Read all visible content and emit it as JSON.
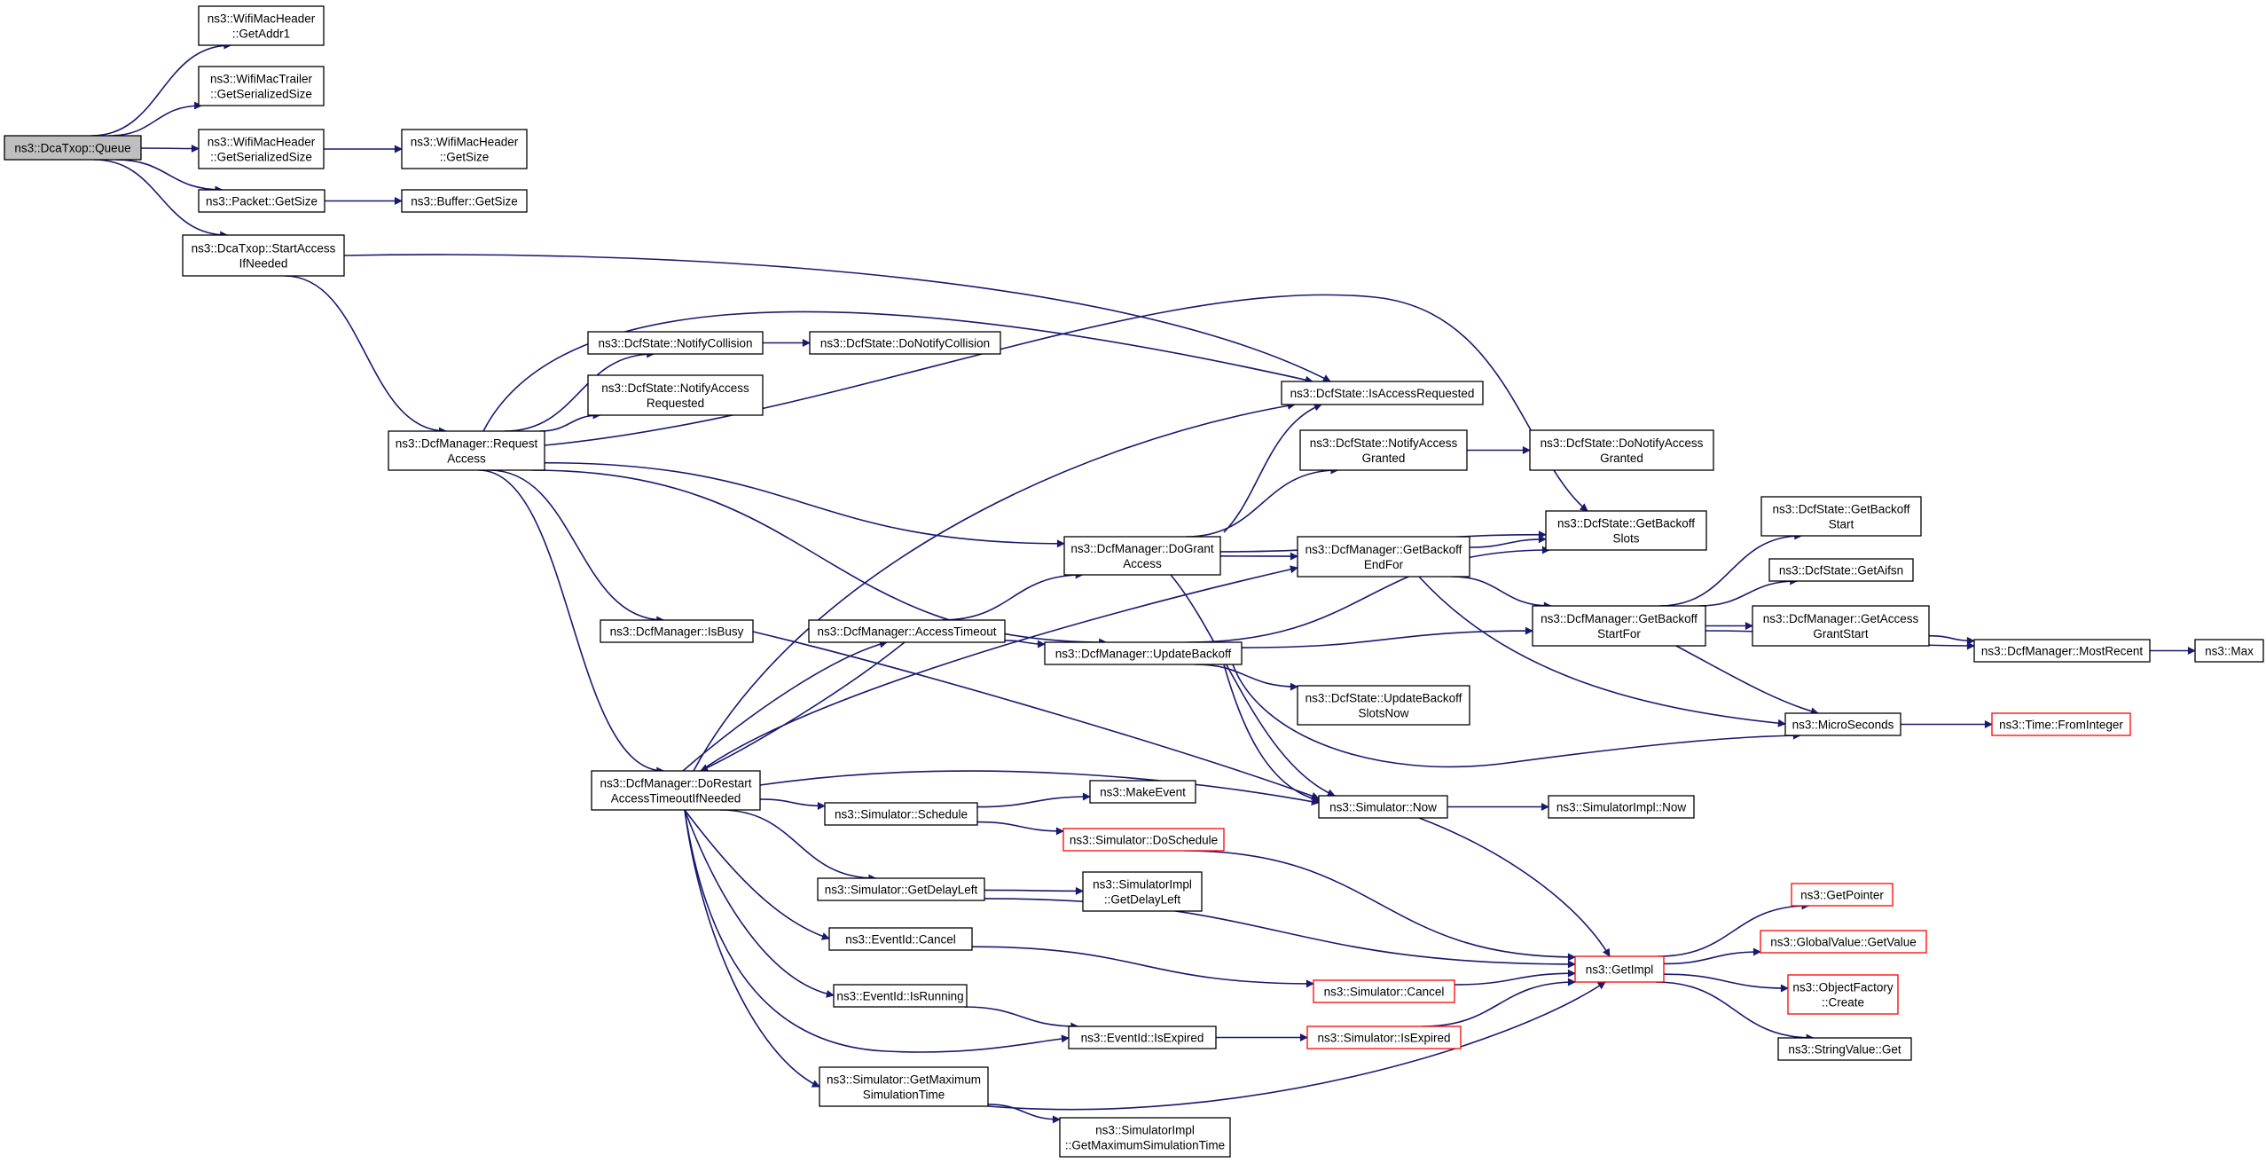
{
  "colors": {
    "background": "#ffffff",
    "edge": "#191970",
    "node_border": "#000000",
    "node_border_truncated": "#ff0000",
    "node_fill": "#ffffff",
    "root_fill": "#bfbfbf"
  },
  "nodes": [
    {
      "id": "queue",
      "lines": [
        "ns3::DcaTxop::Queue"
      ],
      "style": "root"
    },
    {
      "id": "addr1",
      "lines": [
        "ns3::WifiMacHeader",
        "::GetAddr1"
      ]
    },
    {
      "id": "trailer",
      "lines": [
        "ns3::WifiMacTrailer",
        "::GetSerializedSize"
      ]
    },
    {
      "id": "hdrser",
      "lines": [
        "ns3::WifiMacHeader",
        "::GetSerializedSize"
      ]
    },
    {
      "id": "hdrsize",
      "lines": [
        "ns3::WifiMacHeader",
        "::GetSize"
      ]
    },
    {
      "id": "pktsize",
      "lines": [
        "ns3::Packet::GetSize"
      ]
    },
    {
      "id": "bufsize",
      "lines": [
        "ns3::Buffer::GetSize"
      ]
    },
    {
      "id": "startacc",
      "lines": [
        "ns3::DcaTxop::StartAccess",
        "IfNeeded"
      ]
    },
    {
      "id": "reqacc",
      "lines": [
        "ns3::DcfManager::Request",
        "Access"
      ]
    },
    {
      "id": "notcoll",
      "lines": [
        "ns3::DcfState::NotifyCollision"
      ]
    },
    {
      "id": "donotcoll",
      "lines": [
        "ns3::DcfState::DoNotifyCollision"
      ]
    },
    {
      "id": "notaccreq",
      "lines": [
        "ns3::DcfState::NotifyAccess",
        "Requested"
      ]
    },
    {
      "id": "isaccreq",
      "lines": [
        "ns3::DcfState::IsAccessRequested"
      ]
    },
    {
      "id": "notaccgr",
      "lines": [
        "ns3::DcfState::NotifyAccess",
        "Granted"
      ]
    },
    {
      "id": "donotaccgr",
      "lines": [
        "ns3::DcfState::DoNotifyAccess",
        "Granted"
      ]
    },
    {
      "id": "dogrant",
      "lines": [
        "ns3::DcfManager::DoGrant",
        "Access"
      ]
    },
    {
      "id": "getbkslots",
      "lines": [
        "ns3::DcfState::GetBackoff",
        "Slots"
      ]
    },
    {
      "id": "bkendfor",
      "lines": [
        "ns3::DcfManager::GetBackoff",
        "EndFor"
      ]
    },
    {
      "id": "bkstartfor",
      "lines": [
        "ns3::DcfManager::GetBackoff",
        "StartFor"
      ]
    },
    {
      "id": "getbkstart",
      "lines": [
        "ns3::DcfState::GetBackoff",
        "Start"
      ]
    },
    {
      "id": "getaifsn",
      "lines": [
        "ns3::DcfState::GetAifsn"
      ]
    },
    {
      "id": "accgrstart",
      "lines": [
        "ns3::DcfManager::GetAccess",
        "GrantStart"
      ]
    },
    {
      "id": "mostrecent",
      "lines": [
        "ns3::DcfManager::MostRecent"
      ]
    },
    {
      "id": "max",
      "lines": [
        "ns3::Max"
      ]
    },
    {
      "id": "isbusy",
      "lines": [
        "ns3::DcfManager::IsBusy"
      ]
    },
    {
      "id": "acctimeout",
      "lines": [
        "ns3::DcfManager::AccessTimeout"
      ]
    },
    {
      "id": "updbk",
      "lines": [
        "ns3::DcfManager::UpdateBackoff"
      ]
    },
    {
      "id": "updbkslots",
      "lines": [
        "ns3::DcfState::UpdateBackoff",
        "SlotsNow"
      ]
    },
    {
      "id": "micro",
      "lines": [
        "ns3::MicroSeconds"
      ]
    },
    {
      "id": "fromint",
      "lines": [
        "ns3::Time::FromInteger"
      ],
      "style": "truncated"
    },
    {
      "id": "dorestart",
      "lines": [
        "ns3::DcfManager::DoRestart",
        "AccessTimeoutIfNeeded"
      ]
    },
    {
      "id": "simnow",
      "lines": [
        "ns3::Simulator::Now"
      ]
    },
    {
      "id": "simimplnow",
      "lines": [
        "ns3::SimulatorImpl::Now"
      ]
    },
    {
      "id": "schedule",
      "lines": [
        "ns3::Simulator::Schedule"
      ]
    },
    {
      "id": "makeevent",
      "lines": [
        "ns3::MakeEvent"
      ]
    },
    {
      "id": "dosched",
      "lines": [
        "ns3::Simulator::DoSchedule"
      ],
      "style": "truncated"
    },
    {
      "id": "getdelay",
      "lines": [
        "ns3::Simulator::GetDelayLeft"
      ]
    },
    {
      "id": "implgetdelay",
      "lines": [
        "ns3::SimulatorImpl",
        "::GetDelayLeft"
      ]
    },
    {
      "id": "evcancel",
      "lines": [
        "ns3::EventId::Cancel"
      ]
    },
    {
      "id": "simcancel",
      "lines": [
        "ns3::Simulator::Cancel"
      ],
      "style": "truncated"
    },
    {
      "id": "evrunning",
      "lines": [
        "ns3::EventId::IsRunning"
      ]
    },
    {
      "id": "evexpired",
      "lines": [
        "ns3::EventId::IsExpired"
      ]
    },
    {
      "id": "simexpired",
      "lines": [
        "ns3::Simulator::IsExpired"
      ],
      "style": "truncated"
    },
    {
      "id": "getmaxsim",
      "lines": [
        "ns3::Simulator::GetMaximum",
        "SimulationTime"
      ]
    },
    {
      "id": "implgetmax",
      "lines": [
        "ns3::SimulatorImpl",
        "::GetMaximumSimulationTime"
      ]
    },
    {
      "id": "getimpl",
      "lines": [
        "ns3::GetImpl"
      ],
      "style": "truncated"
    },
    {
      "id": "getpointer",
      "lines": [
        "ns3::GetPointer"
      ],
      "style": "truncated"
    },
    {
      "id": "globalval",
      "lines": [
        "ns3::GlobalValue::GetValue"
      ],
      "style": "truncated"
    },
    {
      "id": "objfactory",
      "lines": [
        "ns3::ObjectFactory",
        "::Create"
      ],
      "style": "truncated"
    },
    {
      "id": "strval",
      "lines": [
        "ns3::StringValue::Get"
      ]
    }
  ],
  "edges": [
    [
      "queue",
      "addr1"
    ],
    [
      "queue",
      "trailer"
    ],
    [
      "queue",
      "hdrser"
    ],
    [
      "queue",
      "pktsize"
    ],
    [
      "queue",
      "startacc"
    ],
    [
      "hdrser",
      "hdrsize"
    ],
    [
      "pktsize",
      "bufsize"
    ],
    [
      "startacc",
      "isaccreq"
    ],
    [
      "startacc",
      "reqacc"
    ],
    [
      "reqacc",
      "notcoll"
    ],
    [
      "reqacc",
      "notaccreq"
    ],
    [
      "reqacc",
      "isaccreq"
    ],
    [
      "reqacc",
      "getbkslots"
    ],
    [
      "reqacc",
      "dogrant"
    ],
    [
      "reqacc",
      "updbk"
    ],
    [
      "reqacc",
      "isbusy"
    ],
    [
      "reqacc",
      "dorestart"
    ],
    [
      "notcoll",
      "donotcoll"
    ],
    [
      "notaccgr",
      "donotaccgr"
    ],
    [
      "dogrant",
      "isaccreq"
    ],
    [
      "dogrant",
      "notaccgr"
    ],
    [
      "dogrant",
      "getbkslots"
    ],
    [
      "dogrant",
      "bkendfor"
    ],
    [
      "dogrant",
      "simnow"
    ],
    [
      "bkendfor",
      "getbkslots"
    ],
    [
      "bkendfor",
      "bkstartfor"
    ],
    [
      "bkendfor",
      "micro"
    ],
    [
      "bkstartfor",
      "getbkstart"
    ],
    [
      "bkstartfor",
      "getaifsn"
    ],
    [
      "bkstartfor",
      "accgrstart"
    ],
    [
      "bkstartfor",
      "mostrecent"
    ],
    [
      "bkstartfor",
      "micro"
    ],
    [
      "accgrstart",
      "mostrecent"
    ],
    [
      "mostrecent",
      "max"
    ],
    [
      "micro",
      "fromint"
    ],
    [
      "isbusy",
      "simnow"
    ],
    [
      "acctimeout",
      "dogrant"
    ],
    [
      "acctimeout",
      "updbk"
    ],
    [
      "acctimeout",
      "dorestart"
    ],
    [
      "updbk",
      "getbkslots"
    ],
    [
      "updbk",
      "bkstartfor"
    ],
    [
      "updbk",
      "updbkslots"
    ],
    [
      "updbk",
      "micro"
    ],
    [
      "updbk",
      "simnow"
    ],
    [
      "dorestart",
      "isaccreq"
    ],
    [
      "dorestart",
      "bkendfor"
    ],
    [
      "dorestart",
      "acctimeout"
    ],
    [
      "dorestart",
      "simnow"
    ],
    [
      "dorestart",
      "schedule"
    ],
    [
      "dorestart",
      "getdelay"
    ],
    [
      "dorestart",
      "evcancel"
    ],
    [
      "dorestart",
      "evrunning"
    ],
    [
      "dorestart",
      "evexpired"
    ],
    [
      "dorestart",
      "getmaxsim"
    ],
    [
      "simnow",
      "simimplnow"
    ],
    [
      "simnow",
      "getimpl"
    ],
    [
      "schedule",
      "makeevent"
    ],
    [
      "schedule",
      "dosched"
    ],
    [
      "dosched",
      "getimpl"
    ],
    [
      "getdelay",
      "implgetdelay"
    ],
    [
      "getdelay",
      "getimpl"
    ],
    [
      "evcancel",
      "simcancel"
    ],
    [
      "simcancel",
      "getimpl"
    ],
    [
      "evrunning",
      "evexpired"
    ],
    [
      "evexpired",
      "simexpired"
    ],
    [
      "simexpired",
      "getimpl"
    ],
    [
      "getmaxsim",
      "implgetmax"
    ],
    [
      "getmaxsim",
      "getimpl"
    ],
    [
      "getimpl",
      "getpointer"
    ],
    [
      "getimpl",
      "globalval"
    ],
    [
      "getimpl",
      "objfactory"
    ],
    [
      "getimpl",
      "strval"
    ]
  ]
}
